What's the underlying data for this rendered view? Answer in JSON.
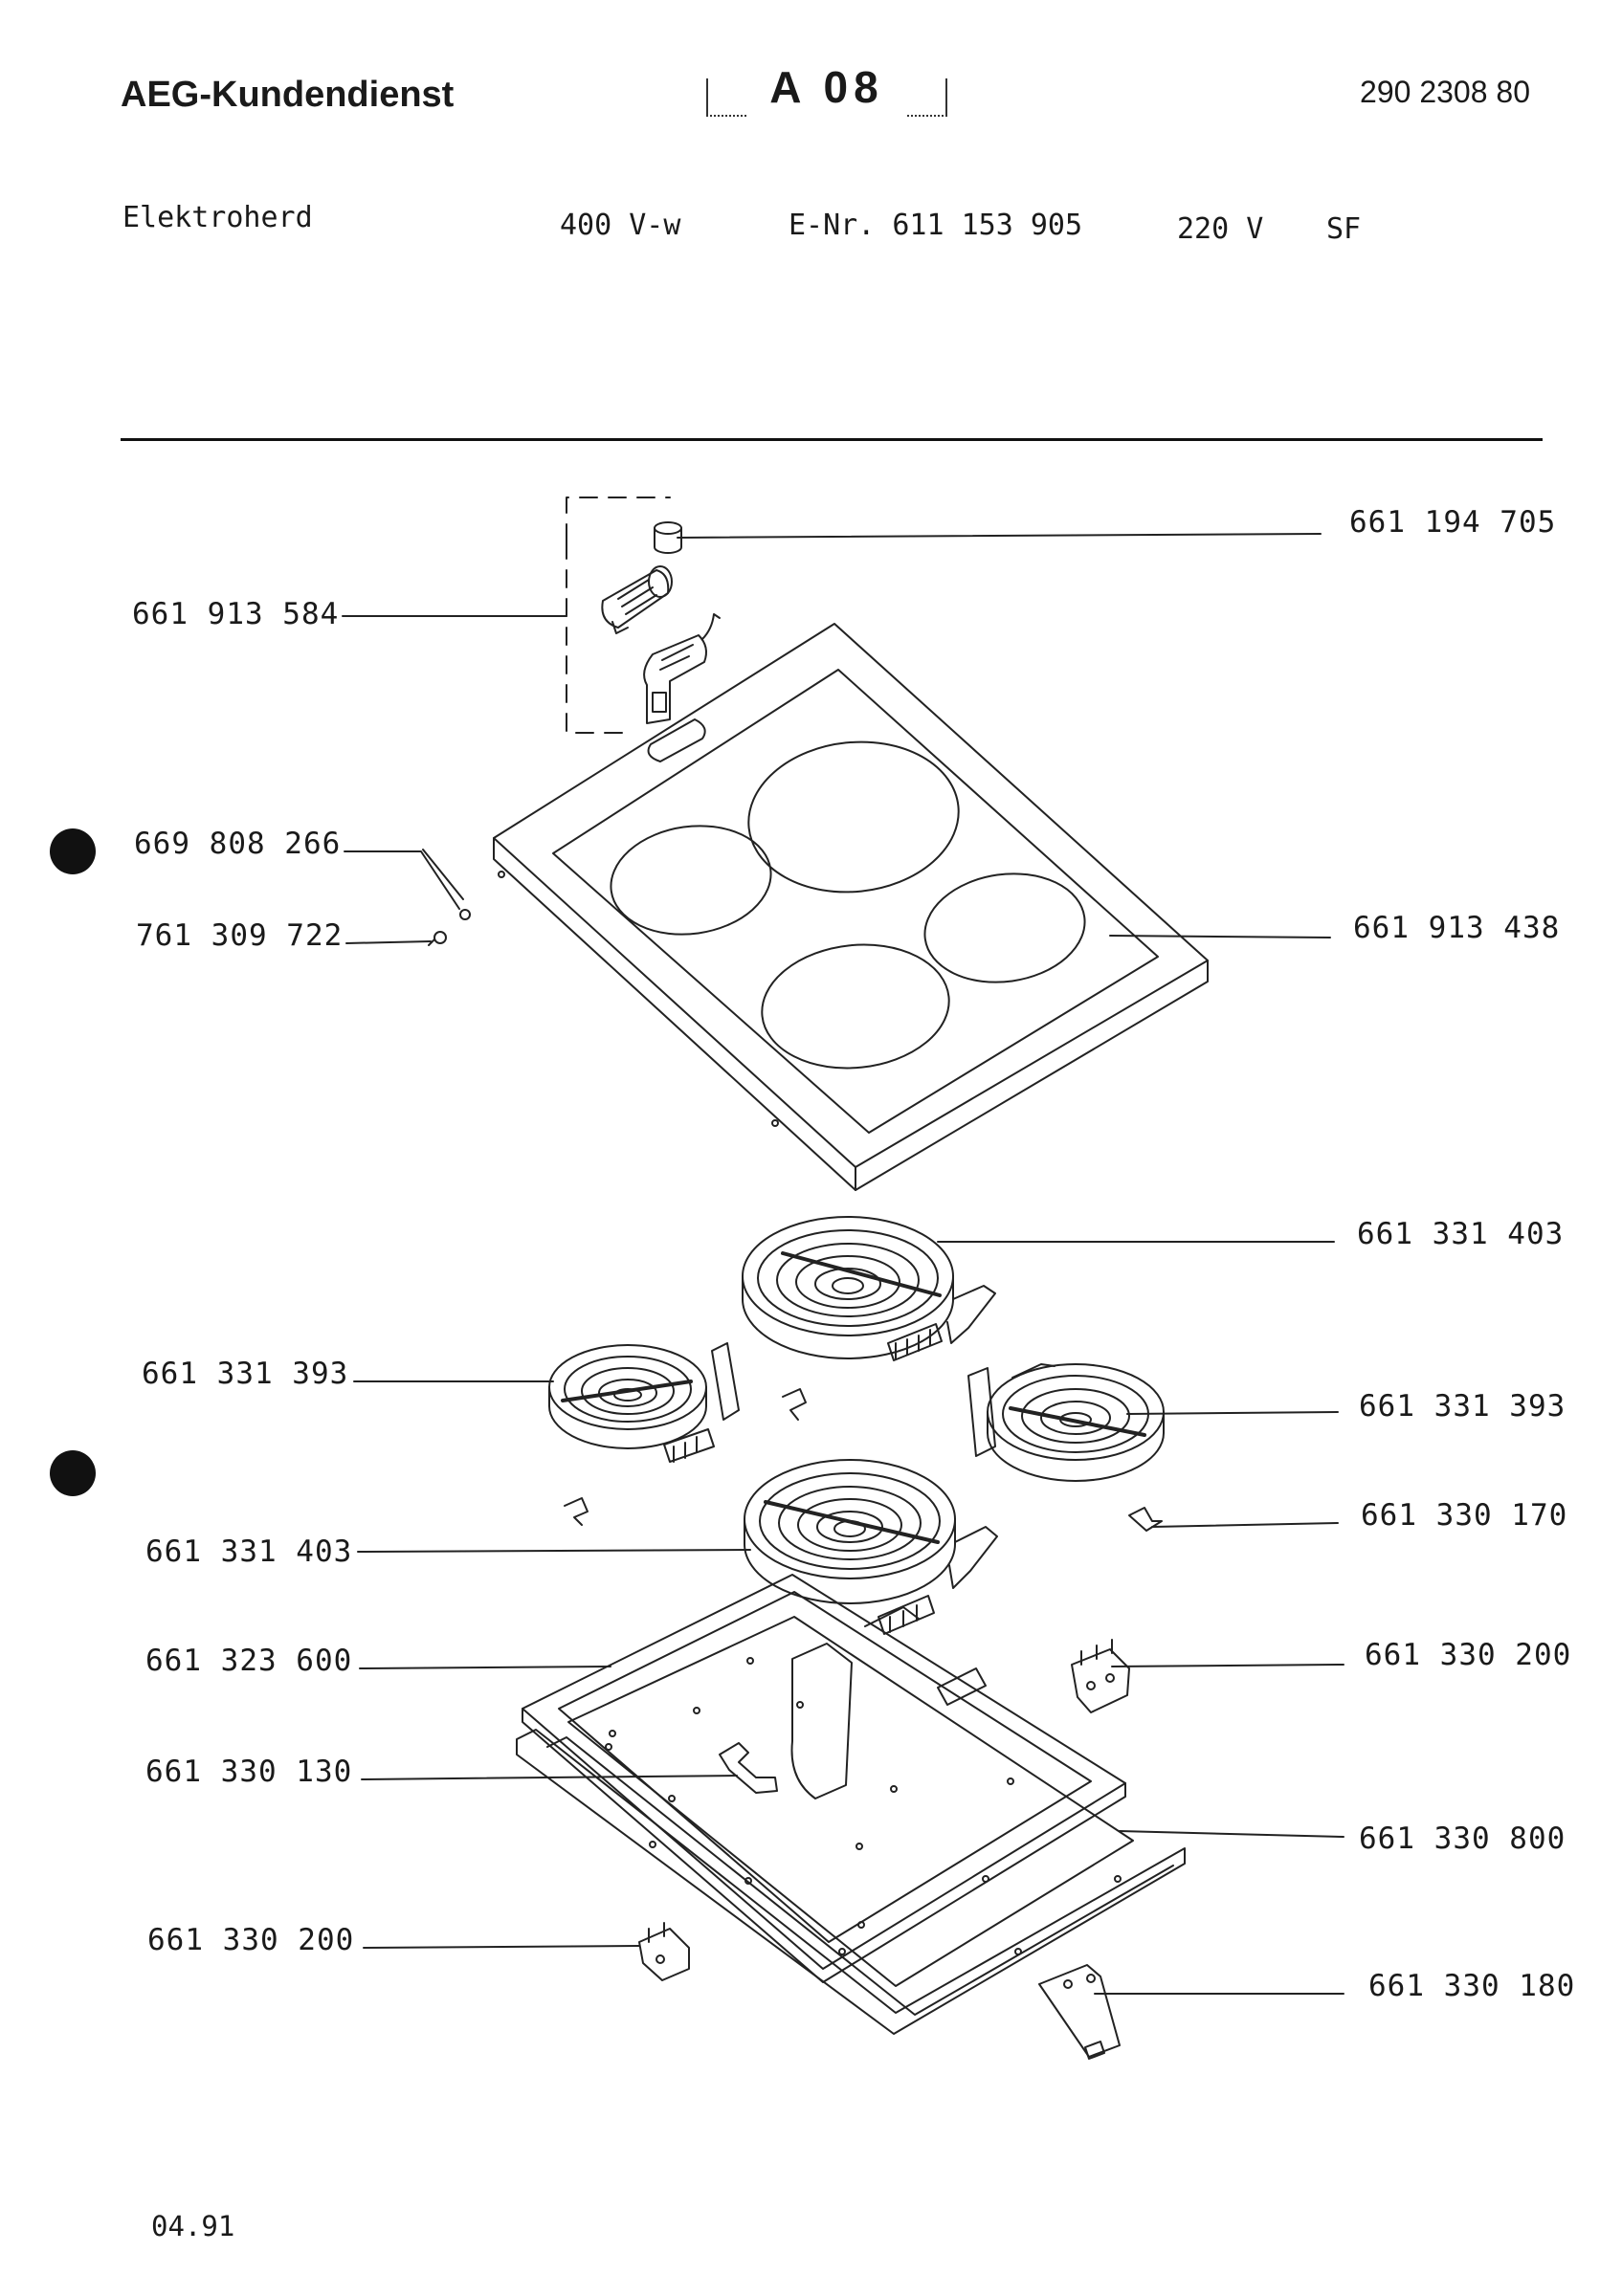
{
  "header": {
    "brand": "AEG-Kundendienst",
    "sheet_code": "A 08",
    "document_number": "290 2308 80",
    "product": "Elektroherd",
    "voltage_main": "400 V-w",
    "e_number": "E-Nr. 611 153 905",
    "voltage_aux": "220 V",
    "variant": "SF"
  },
  "parts": [
    {
      "id": "knob",
      "number": "661 194 705"
    },
    {
      "id": "switch-assembly",
      "number": "661 913 584"
    },
    {
      "id": "wire",
      "number": "669 808 266"
    },
    {
      "id": "screw",
      "number": "761 309 722"
    },
    {
      "id": "ceramic-top",
      "number": "661 913 438"
    },
    {
      "id": "large-element-rear",
      "number": "661 331 403"
    },
    {
      "id": "small-element-left",
      "number": "661 331 393"
    },
    {
      "id": "small-element-right",
      "number": "661 331 393"
    },
    {
      "id": "clip",
      "number": "661 330 170"
    },
    {
      "id": "large-element-front",
      "number": "661 331 403"
    },
    {
      "id": "terminal-block-right",
      "number": "661 330 200"
    },
    {
      "id": "frame",
      "number": "661 323 600"
    },
    {
      "id": "bracket",
      "number": "661 330 130"
    },
    {
      "id": "base-tray",
      "number": "661 330 800"
    },
    {
      "id": "terminal-block-left",
      "number": "661 330 200"
    },
    {
      "id": "holder",
      "number": "661 330 180"
    }
  ],
  "footer": {
    "date": "04.91"
  }
}
